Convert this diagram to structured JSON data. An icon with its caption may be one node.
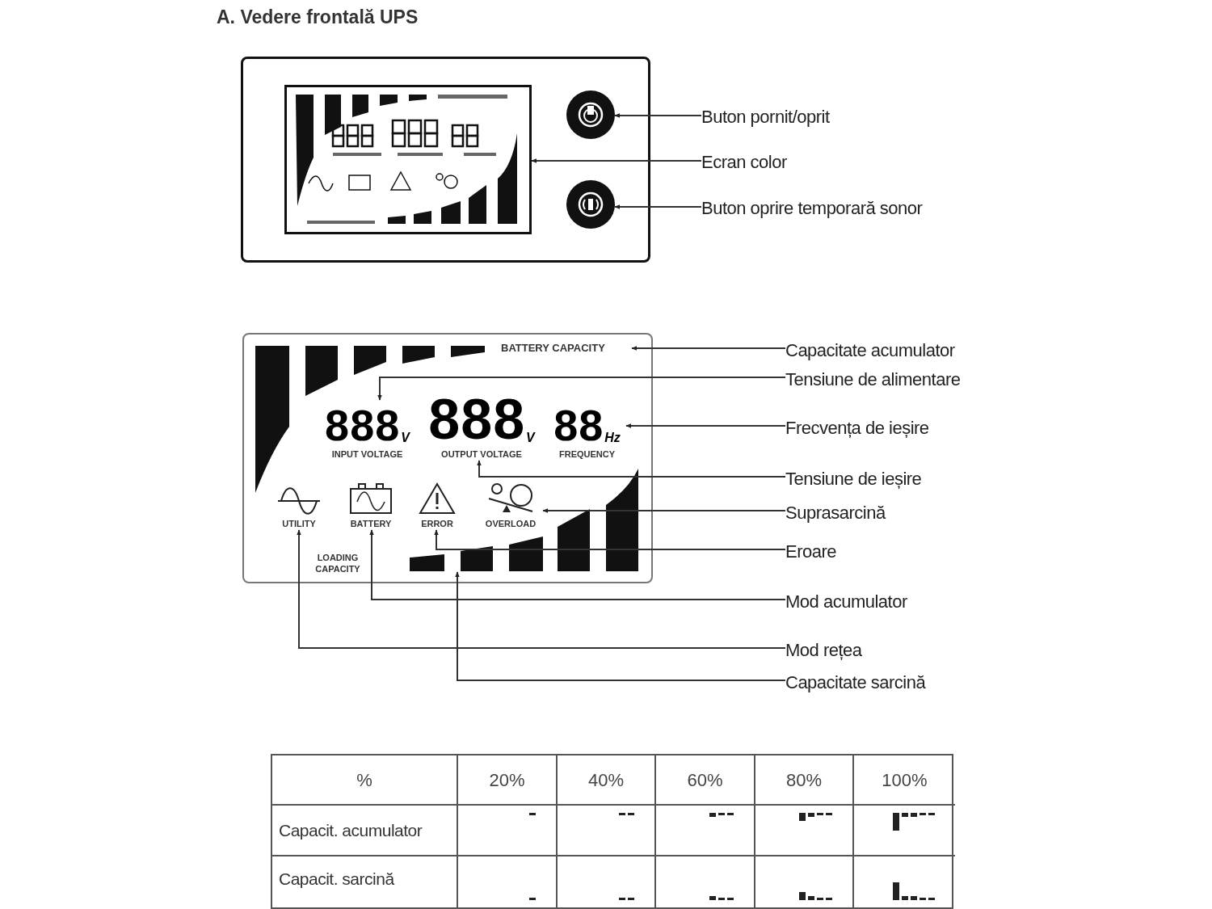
{
  "diagram": {
    "title": "A. Vedere frontală UPS",
    "nodes": [
      {
        "text": [],
        "shape": "box"
      },
      {
        "text": [],
        "shape": "circle",
        "in": 0
      },
      {
        "text": [],
        "shape": "box",
        "in": 0
      },
      {
        "text": [],
        "shape": "circle",
        "in": 0
      },
      {
        "text": [
          "Buton pornit/oprit"
        ]
      },
      {
        "text": [
          "Ecran color"
        ]
      },
      {
        "text": [
          "Buton oprire temporară sonor"
        ]
      },
      {
        "text": [],
        "shape": "box"
      },
      {
        "text": [
          "BATTERY CAPACITY"
        ],
        "in": 7
      },
      {
        "text": [
          "888",
          "V",
          "INPUT VOLTAGE"
        ],
        "in": 7
      },
      {
        "text": [
          "888",
          "V",
          "OUTPUT VOLTAGE"
        ],
        "in": 7
      },
      {
        "text": [
          "88",
          "Hz",
          "FREQUENCY"
        ],
        "in": 7
      },
      {
        "text": [
          "UTILITY"
        ],
        "in": 7
      },
      {
        "text": [
          "BATTERY"
        ],
        "in": 7
      },
      {
        "text": [
          "ERROR"
        ],
        "in": 7
      },
      {
        "text": [
          "OVERLOAD"
        ],
        "in": 7
      },
      {
        "text": [
          "LOADING CAPACITY"
        ],
        "in": 7
      },
      {
        "text": [],
        "shape": "bar",
        "in": 7
      },
      {
        "text": [
          "Capacitate acumulator"
        ]
      },
      {
        "text": [
          "Tensiune de alimentare"
        ]
      },
      {
        "text": [
          "Frecvența de ieșire"
        ]
      },
      {
        "text": [
          "Tensiune de ieșire"
        ]
      },
      {
        "text": [
          "Suprasarcină"
        ]
      },
      {
        "text": [
          "Eroare"
        ]
      },
      {
        "text": [
          "Mod acumulator"
        ]
      },
      {
        "text": [
          "Mod rețea"
        ]
      },
      {
        "text": [
          "Capacitate sarcină"
        ]
      },
      {
        "text": [],
        "shape": "bar",
        "in": 7
      },
      {
        "text": [],
        "shape": "bar",
        "in": 7
      },
      {
        "text": [],
        "shape": "bar",
        "in": 7
      }
    ],
    "edges": [
      {
        "from": 4,
        "to": 1,
        "arrow": "to"
      },
      {
        "from": 5,
        "to": 2,
        "arrow": "to"
      },
      {
        "from": 6,
        "to": 3,
        "arrow": "to"
      },
      {
        "from": 18,
        "to": 8,
        "arrow": "to"
      },
      {
        "from": 19,
        "to": 9,
        "arrow": "to"
      },
      {
        "from": 20,
        "to": 11,
        "arrow": "to"
      },
      {
        "from": 21,
        "to": 10,
        "arrow": "to"
      },
      {
        "from": 22,
        "to": 15,
        "arrow": "to"
      },
      {
        "from": 23,
        "to": 14,
        "arrow": "to"
      },
      {
        "from": 24,
        "to": 13,
        "arrow": "to"
      },
      {
        "from": 25,
        "to": 12,
        "arrow": "to"
      },
      {
        "from": 26,
        "to": 17,
        "arrow": "to"
      }
    ],
    "labels": [
      "%",
      "20%",
      "40%",
      "60%",
      "80%",
      "100%",
      "Capacit. acumulator",
      "Capacit. sarcină"
    ]
  }
}
